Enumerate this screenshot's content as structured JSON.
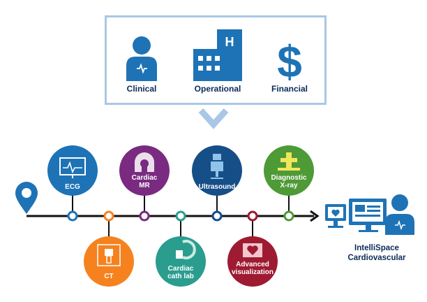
{
  "categories": [
    {
      "label": "Clinical",
      "icon": "clinician-icon"
    },
    {
      "label": "Operational",
      "icon": "hospital-building-icon"
    },
    {
      "label": "Financial",
      "icon": "dollar-icon"
    }
  ],
  "timeline_nodes": [
    {
      "label": "ECG",
      "color": "#1e73b6",
      "position": "above",
      "icon": "ecg-monitor-icon"
    },
    {
      "label": "CT",
      "color": "#f5821f",
      "position": "below",
      "icon": "ct-scanner-icon"
    },
    {
      "label": "Cardiac MR",
      "label_lines": [
        "Cardiac",
        "MR"
      ],
      "color": "#7a2a80",
      "position": "above",
      "icon": "mr-scanner-icon"
    },
    {
      "label": "Cardiac cath lab",
      "label_lines": [
        "Cardiac",
        "cath lab"
      ],
      "color": "#2a9d8f",
      "position": "below",
      "icon": "cath-lab-icon"
    },
    {
      "label": "Ultrasound",
      "color": "#164e87",
      "position": "above",
      "icon": "ultrasound-machine-icon"
    },
    {
      "label": "Advanced visualization",
      "label_lines": [
        "Advanced",
        "visualization"
      ],
      "color": "#9e1b32",
      "position": "below",
      "icon": "heart-screen-icon"
    },
    {
      "label": "Diagnostic X-ray",
      "label_lines": [
        "Diagnostic",
        "X-ray"
      ],
      "color": "#4e9a36",
      "position": "above",
      "icon": "xray-system-icon"
    }
  ],
  "endpoint": {
    "title_line1": "IntelliSpace",
    "title_line2": "Cardiovascular",
    "icon": "workstation-clinician-icon"
  },
  "colors": {
    "navy": "#0b2a57",
    "icon_blue": "#1e73b6",
    "box_border": "#a9c7e6"
  }
}
